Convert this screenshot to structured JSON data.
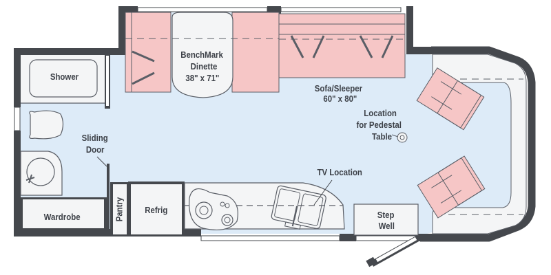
{
  "floorplan": {
    "colors": {
      "wall": "#45484d",
      "floor": "#ddebf8",
      "furniture": "#f6c6c6",
      "counter": "#f4f5f6",
      "line": "#5a5e66",
      "text": "#3d4148"
    },
    "labels": {
      "shower": "Shower",
      "dinette_name": "BenchMark",
      "dinette_name2": "Dinette",
      "dinette_size": "38\" x 71\"",
      "sofa_name": "Sofa/Sleeper",
      "sofa_size": "60\" x 80\"",
      "pedestal_line1": "Location",
      "pedestal_line2": "for Pedestal",
      "pedestal_line3": "Table",
      "sliding_line1": "Sliding",
      "sliding_line2": "Door",
      "tv": "TV Location",
      "wardrobe": "Wardrobe",
      "pantry": "Pantry",
      "refrig": "Refrig",
      "step_line1": "Step",
      "step_line2": "Well"
    }
  }
}
